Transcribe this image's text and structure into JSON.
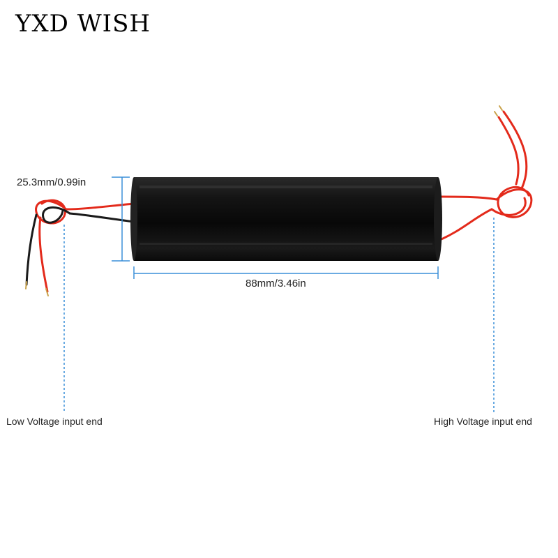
{
  "brand": {
    "text": "YXD WISH"
  },
  "dimensions": {
    "diameter": "25.3mm/0.99in",
    "length": "88mm/3.46in"
  },
  "ends": {
    "low": "Low Voltage input end",
    "high": "High Voltage input end"
  },
  "colors": {
    "body": "#0e0e0e",
    "wire_red": "#e32a1b",
    "wire_black": "#1a1a1a",
    "guide_line": "#3a8fd8"
  }
}
